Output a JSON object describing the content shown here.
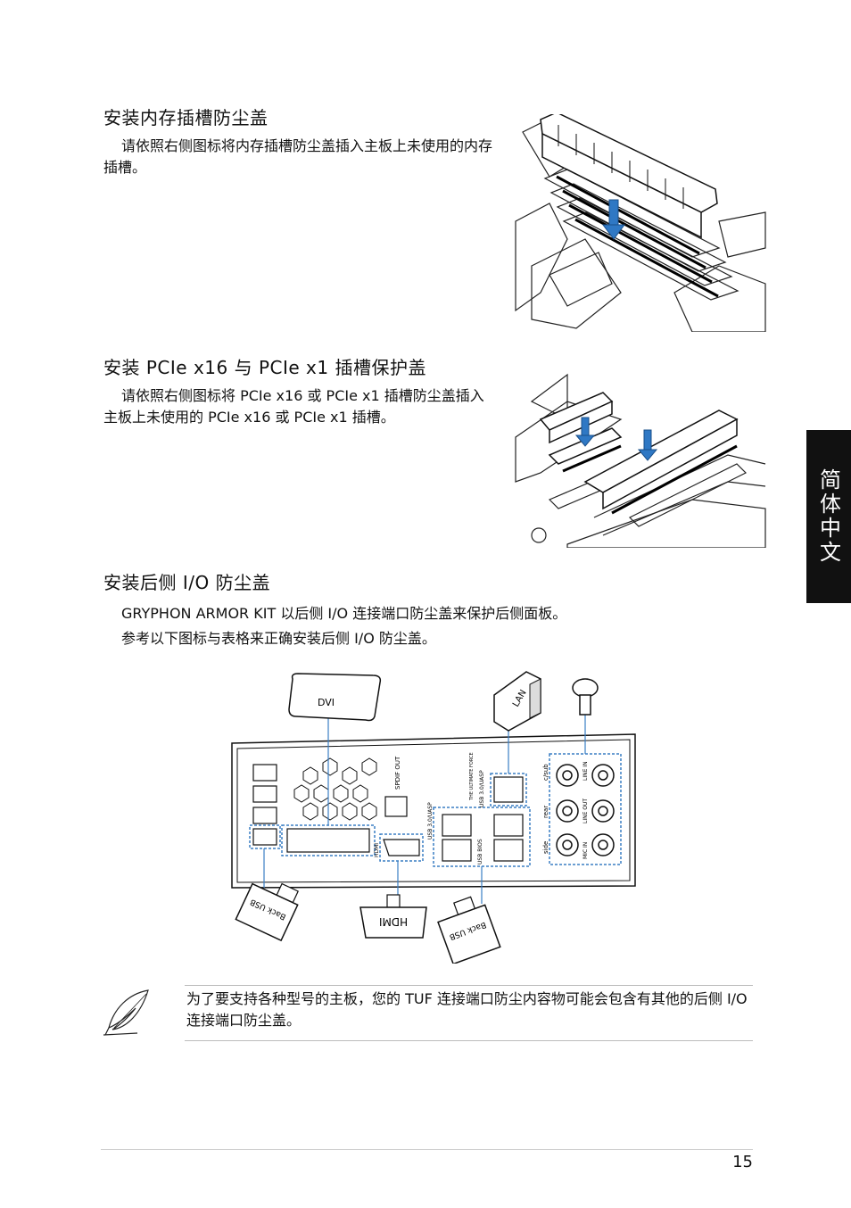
{
  "sections": {
    "memory": {
      "title": "安装内存插槽防尘盖",
      "text": "请依照右侧图标将内存插槽防尘盖插入主板上未使用的内存插槽。"
    },
    "pcie": {
      "title": "安装 PCIe x16 与 PCIe x1 插槽保护盖",
      "text": "请依照右侧图标将 PCIe x16 或 PCIe x1 插槽防尘盖插入主板上未使用的 PCIe x16 或 PCIe x1 插槽。"
    },
    "io": {
      "title": "安装后侧 I/O 防尘盖",
      "line1": "GRYPHON ARMOR KIT 以后侧 I/O 连接端口防尘盖来保护后侧面板。",
      "line2": "参考以下图标与表格来正确安装后侧 I/O 防尘盖。"
    }
  },
  "diagram_labels": {
    "dvi": "DVI",
    "lan": "LAN",
    "hdmi": "HDMI",
    "back_usb_left": "Back USB",
    "back_usb_right": "Back USB",
    "spdif": "SPDIF OUT",
    "usb30_a": "USB 3.0/UASP",
    "usb30_b": "USB 3.0/UASP",
    "brand": "THE ULTIMATE FORCE",
    "usb_bios": "USB BIOS",
    "hdmi_port": "HDMI",
    "audio": [
      "c/sub",
      "rear",
      "side",
      "LINE IN",
      "LINE OUT",
      "MIC IN"
    ]
  },
  "note": "为了要支持各种型号的主板，您的 TUF 连接端口防尘内容物可能会包含有其他的后侧 I/O 连接端口防尘盖。",
  "side_tab": "简体中文",
  "page_number": "15",
  "icons": [
    "feather-pen-icon"
  ]
}
